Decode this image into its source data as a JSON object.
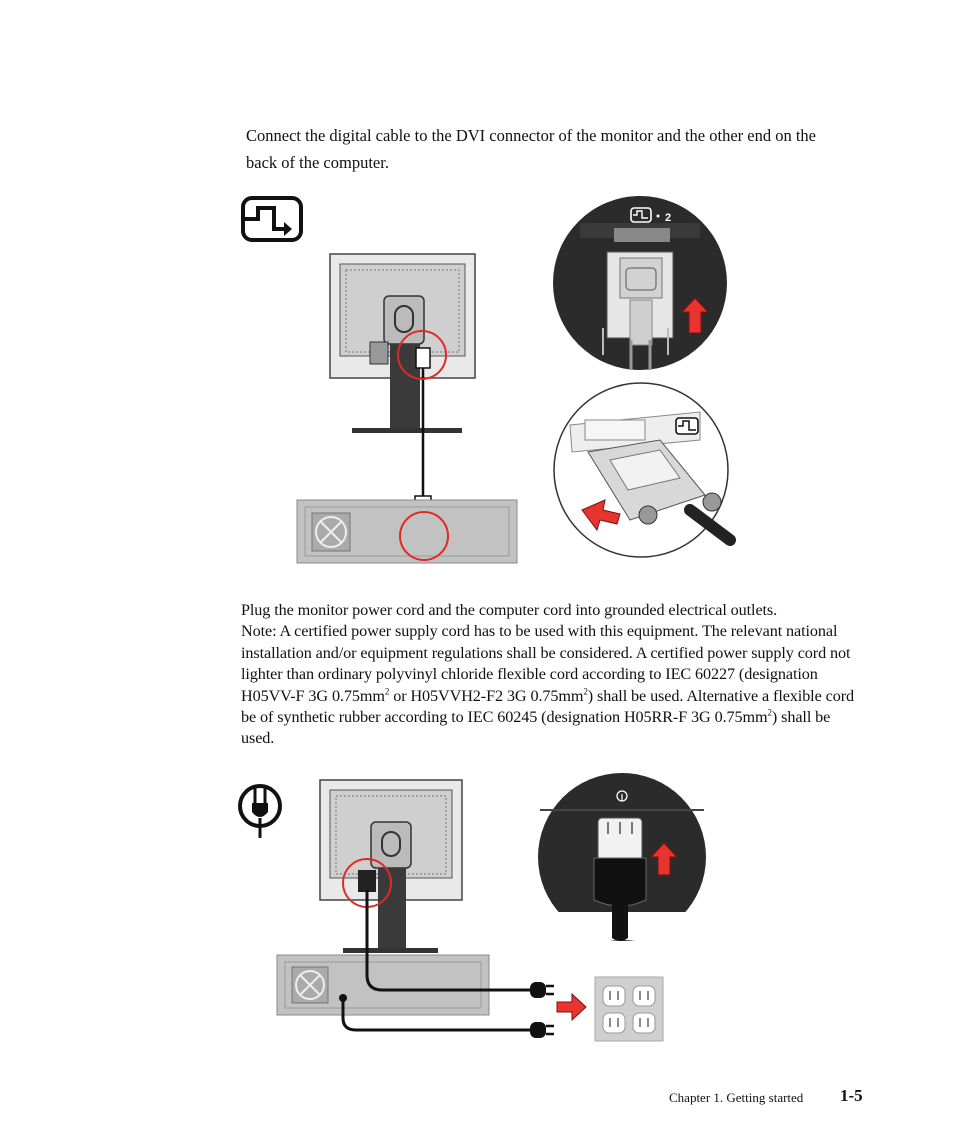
{
  "intro": {
    "text": "Connect the digital cable to the DVI connector of the monitor and the other end on the back of the computer."
  },
  "dvi_figure": {
    "port_label": "2"
  },
  "power": {
    "line1": "Plug the monitor power cord and the computer cord into grounded electrical outlets.",
    "note_a": "Note: A certified power supply cord has to be used with this equipment. The relevant national installation and/or equipment regulations shall be considered. A certified power supply cord not lighter than ordinary polyvinyl chloride flexible cord according to IEC 60227 (designation H05VV-F 3G 0.75mm",
    "sup1": "2",
    "note_b": " or H05VVH2-F2 3G 0.75mm",
    "sup2": "2",
    "note_c": ") shall be used. Alternative a flexible cord be of synthetic rubber according to IEC 60245 (designation H05RR-F 3G 0.75mm",
    "sup3": "2",
    "note_d": ") shall be used."
  },
  "footer": {
    "chapter": "Chapter 1. Getting started",
    "page": "1-5"
  },
  "colors": {
    "callout_red": "#e02a2a",
    "arrow_red": "#e8342f",
    "monitor_dark": "#2b2b2b",
    "panel_gray": "#bdbdbd"
  }
}
